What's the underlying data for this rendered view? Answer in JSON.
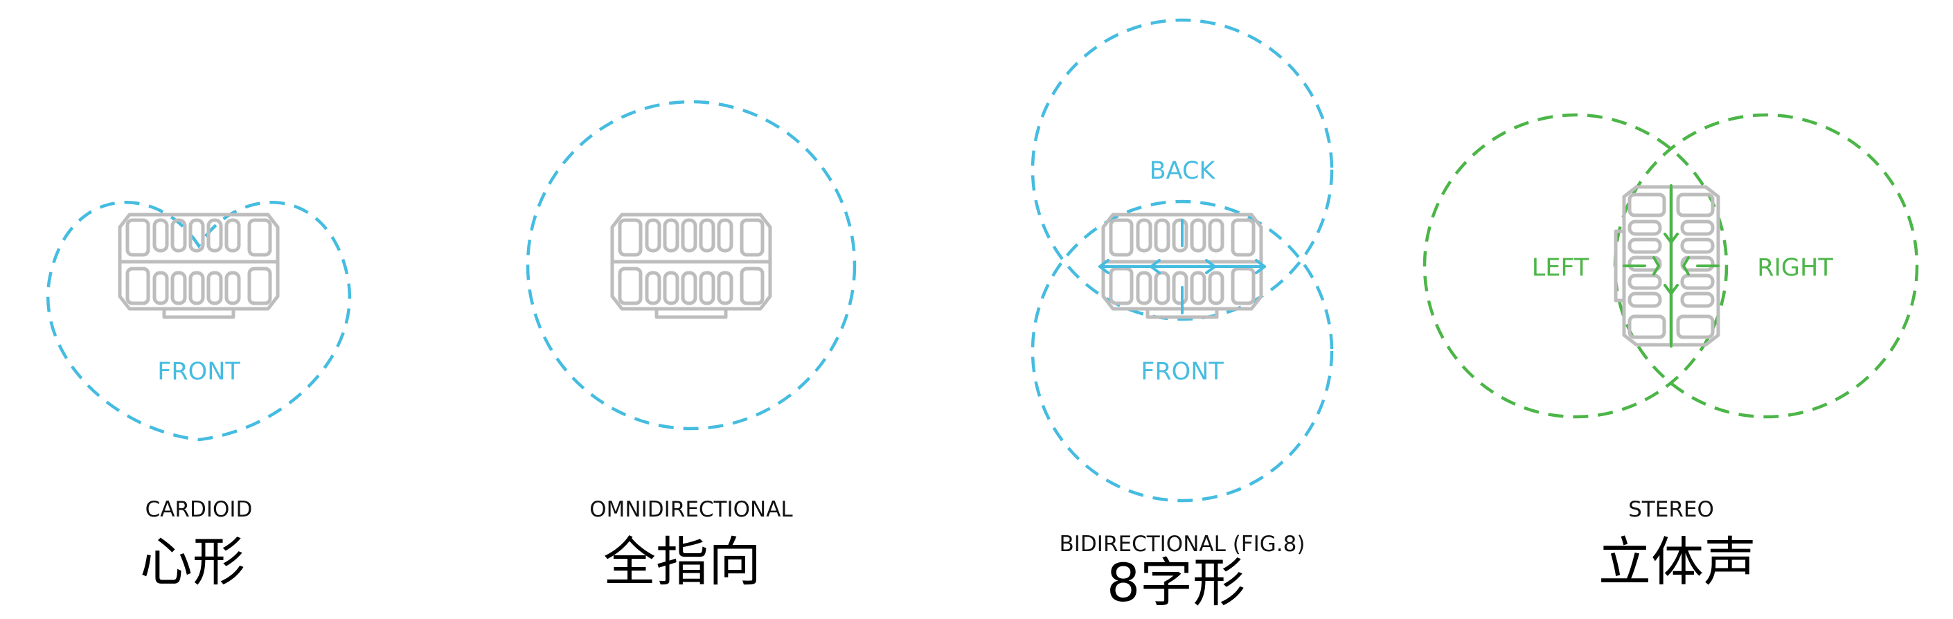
{
  "colors": {
    "pattern_blue": "#45BCE0",
    "pattern_green": "#4CB548",
    "device_gray": "#BDBDBD",
    "text": "#111111"
  },
  "patterns": [
    {
      "id": "cardioid",
      "name_en": "CARDIOID",
      "name_cn": "心形",
      "labels": {
        "front": "FRONT"
      }
    },
    {
      "id": "omnidirectional",
      "name_en": "OMNIDIRECTIONAL",
      "name_cn": "全指向",
      "labels": {}
    },
    {
      "id": "bidirectional",
      "name_en": "BIDIRECTIONAL (FIG.8)",
      "name_cn": "8字形",
      "labels": {
        "back": "BACK",
        "front": "FRONT"
      }
    },
    {
      "id": "stereo",
      "name_en": "STEREO",
      "name_cn": "立体声",
      "labels": {
        "left": "LEFT",
        "right": "RIGHT"
      }
    }
  ]
}
